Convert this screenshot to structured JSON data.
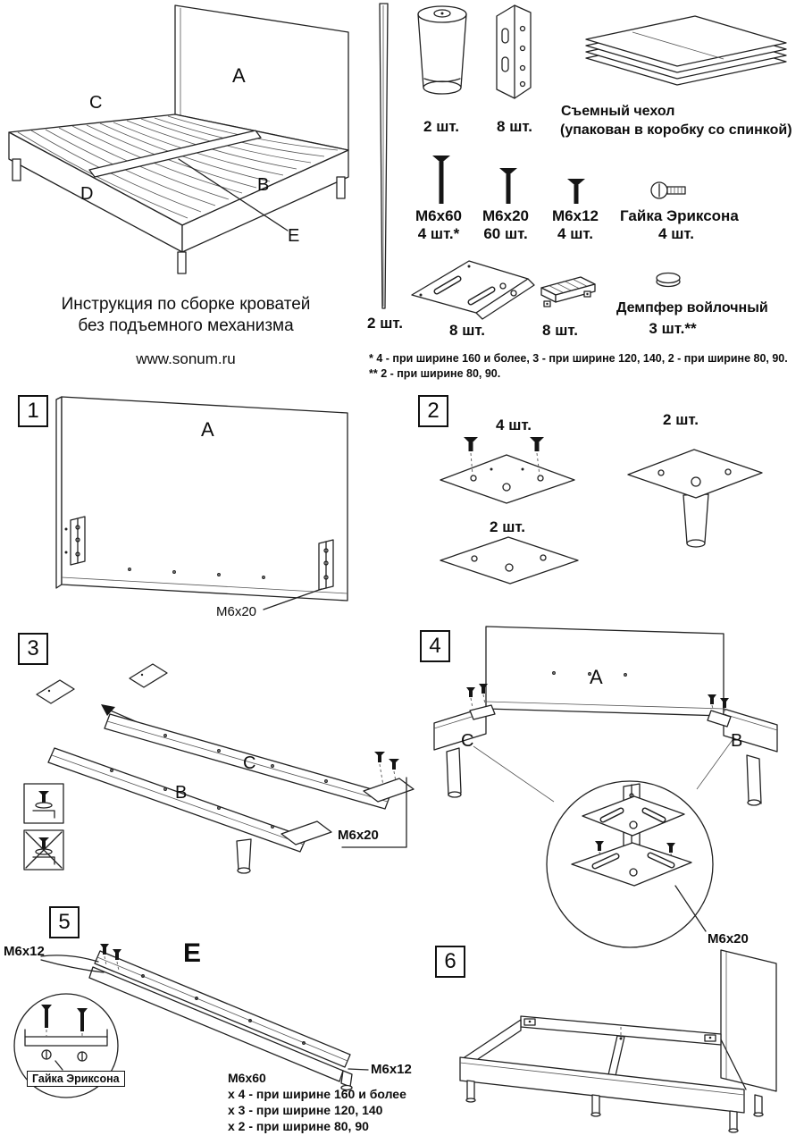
{
  "header": {
    "title_line1": "Инструкция по сборке кроватей",
    "title_line2": "без подъемного механизма",
    "website": "www.sonum.ru"
  },
  "overview_labels": {
    "a": "A",
    "b": "B",
    "c": "C",
    "d": "D",
    "e": "E"
  },
  "parts": {
    "side_rail": {
      "qty": "2 шт."
    },
    "leg": {
      "qty": "2 шт."
    },
    "bracket": {
      "qty": "8 шт."
    },
    "cover": {
      "line1": "Съемный чехол",
      "line2": "(упакован в коробку со спинкой)"
    },
    "bolt_m6x60": {
      "name": "М6х60",
      "qty": "4 шт.*"
    },
    "bolt_m6x20": {
      "name": "М6х20",
      "qty": "60 шт."
    },
    "bolt_m6x12": {
      "name": "М6х12",
      "qty": "4 шт."
    },
    "erikson_nut": {
      "name": "Гайка Эриксона",
      "qty": "4 шт."
    },
    "corner_bracket": {
      "qty": "8 шт."
    },
    "slat_holder": {
      "qty": "8 шт."
    },
    "felt_damper": {
      "name": "Демпфер войлочный",
      "qty": "3 шт.**"
    },
    "footnote1": "* 4 - при ширине 160 и более, 3 - при ширине 120, 140, 2 - при ширине 80, 90.",
    "footnote2": "** 2 - при ширине 80, 90."
  },
  "steps": {
    "step1": {
      "number": "1",
      "part_a": "A",
      "bolt_label": "М6х20"
    },
    "step2": {
      "number": "2",
      "qty_top": "4 шт.",
      "qty_right": "2 шт.",
      "qty_bottom": "2 шт."
    },
    "step3": {
      "number": "3",
      "part_c": "C",
      "part_b": "B",
      "bolt_label": "М6х20"
    },
    "step4": {
      "number": "4",
      "part_a": "A",
      "part_c": "C",
      "part_b": "B",
      "bolt_label": "М6х20"
    },
    "step5": {
      "number": "5",
      "part_e": "E",
      "bolt_left": "М6х12",
      "bolt_right": "М6х12",
      "nut_label": "Гайка Эриксона",
      "note_line1": "М6х60",
      "note_line2": "х 4 - при ширине 160 и более",
      "note_line3": "х 3 - при ширине 120, 140",
      "note_line4": "х 2 - при ширине 80, 90"
    },
    "step6": {
      "number": "6"
    }
  }
}
